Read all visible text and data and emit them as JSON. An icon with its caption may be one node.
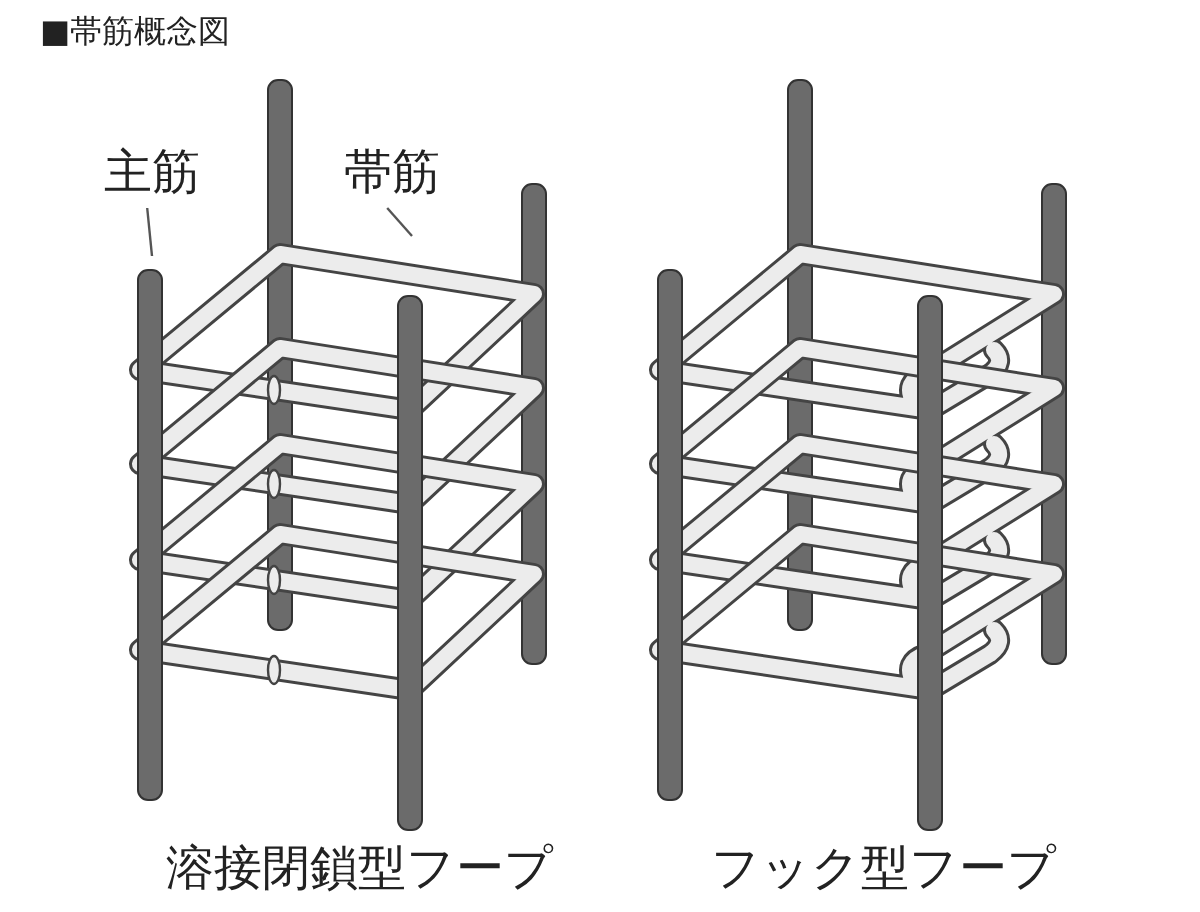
{
  "diagram": {
    "title": "■帯筋概念図",
    "nodes": [
      {
        "text": [
          "主筋"
        ]
      },
      {
        "text": [
          "帯筋"
        ]
      }
    ],
    "edges": [
      {
        "from": 0,
        "to": null,
        "arrow": "none"
      },
      {
        "from": 1,
        "to": null,
        "arrow": "none"
      }
    ],
    "labels": [
      "溶接閉鎖型フープ",
      "フック型フープ"
    ]
  }
}
